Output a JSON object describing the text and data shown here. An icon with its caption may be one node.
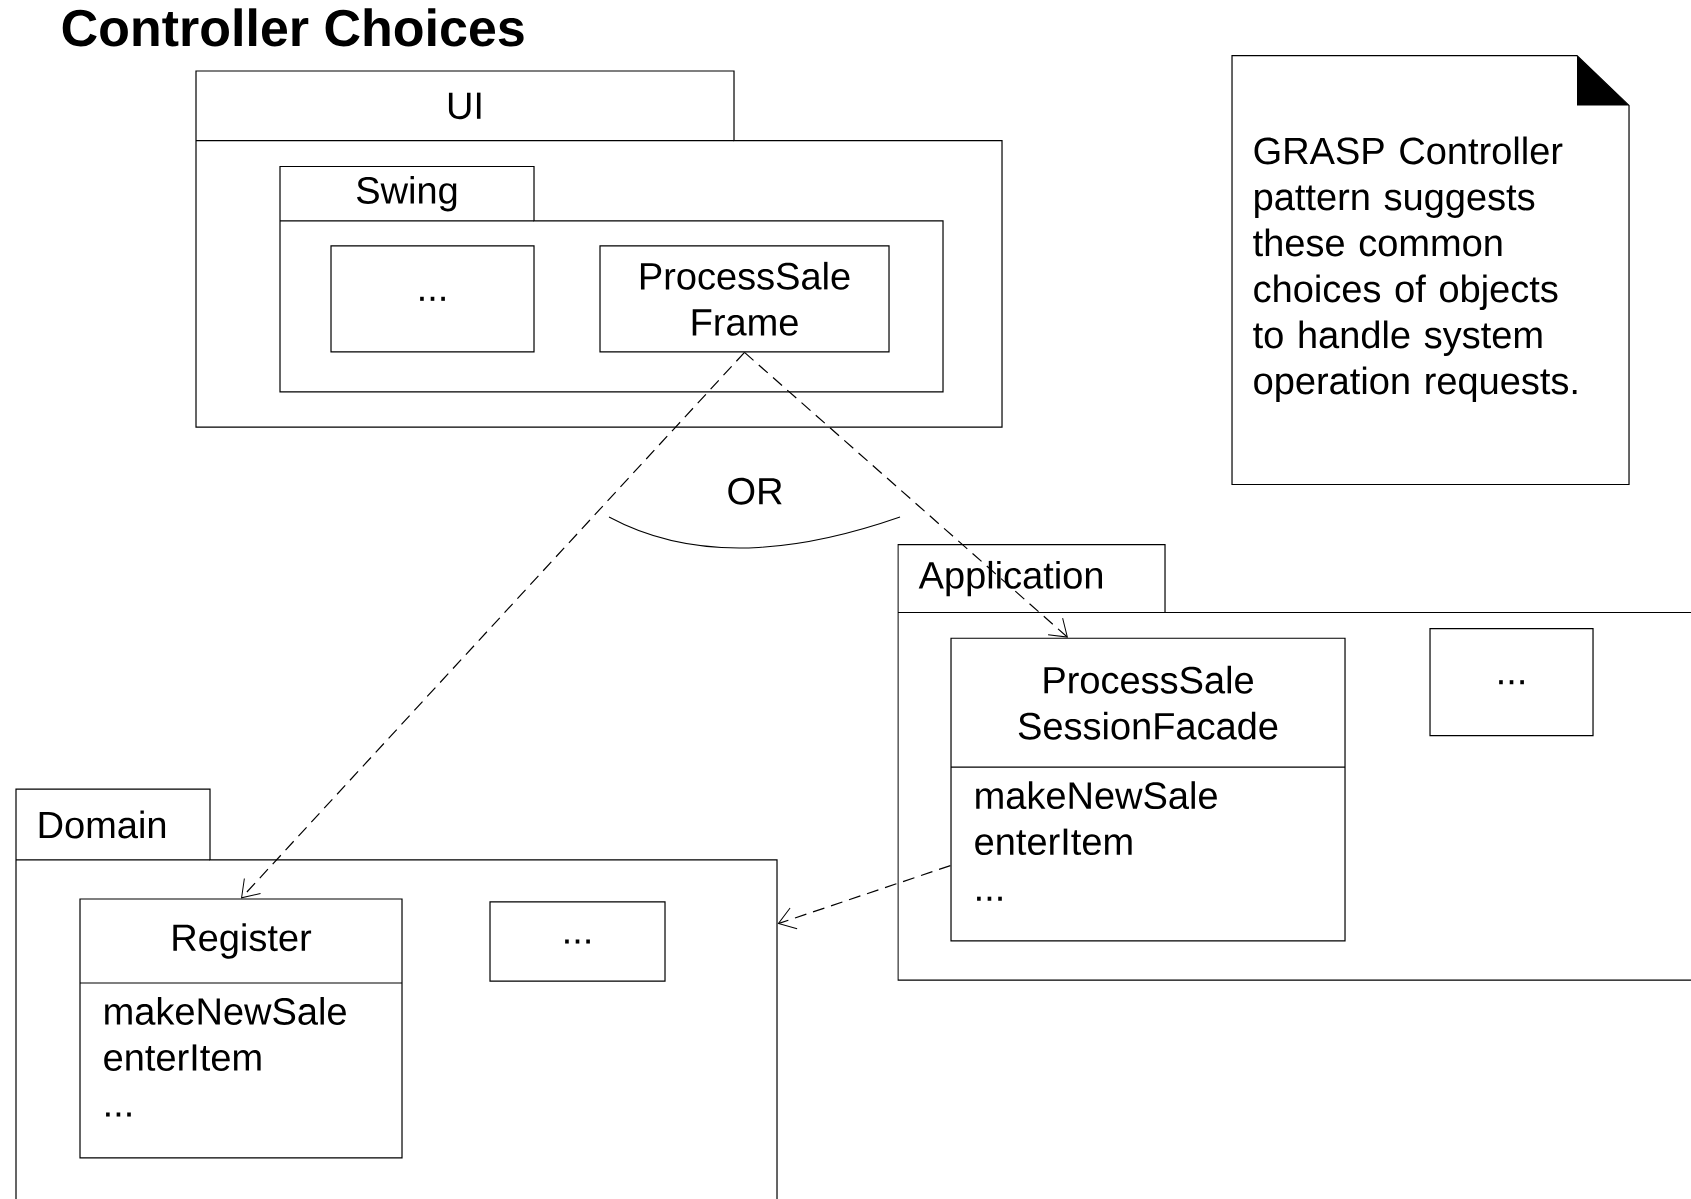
{
  "diagram": {
    "title": "Controller Choices",
    "nodes": [
      {
        "text": [
          "UI"
        ]
      },
      {
        "text": [
          "Swing"
        ],
        "in": 0
      },
      {
        "text": [
          "..."
        ],
        "in": 1
      },
      {
        "text": [
          "ProcessSale Frame"
        ],
        "in": 1
      },
      {
        "text": [
          "GRASP Controller pattern suggests these common choices of objects to handle system operation requests."
        ]
      },
      {
        "text": [
          "Application"
        ]
      },
      {
        "text": [
          "ProcessSale SessionFacade",
          "makeNewSale enterItem ..."
        ],
        "in": 5
      },
      {
        "text": [
          "..."
        ],
        "in": 5
      },
      {
        "text": [
          "Domain"
        ]
      },
      {
        "text": [
          "Register",
          "makeNewSale enterItem ..."
        ],
        "in": 8
      },
      {
        "text": [
          "..."
        ],
        "in": 8
      }
    ],
    "edges": [
      {
        "from": 3,
        "to": 6,
        "arrow": "to",
        "style": "dashed"
      },
      {
        "from": 3,
        "to": 9,
        "arrow": "to",
        "style": "dashed"
      },
      {
        "from": 6,
        "to": 8,
        "arrow": "to",
        "style": "dashed"
      }
    ],
    "labels": [
      "OR"
    ]
  }
}
